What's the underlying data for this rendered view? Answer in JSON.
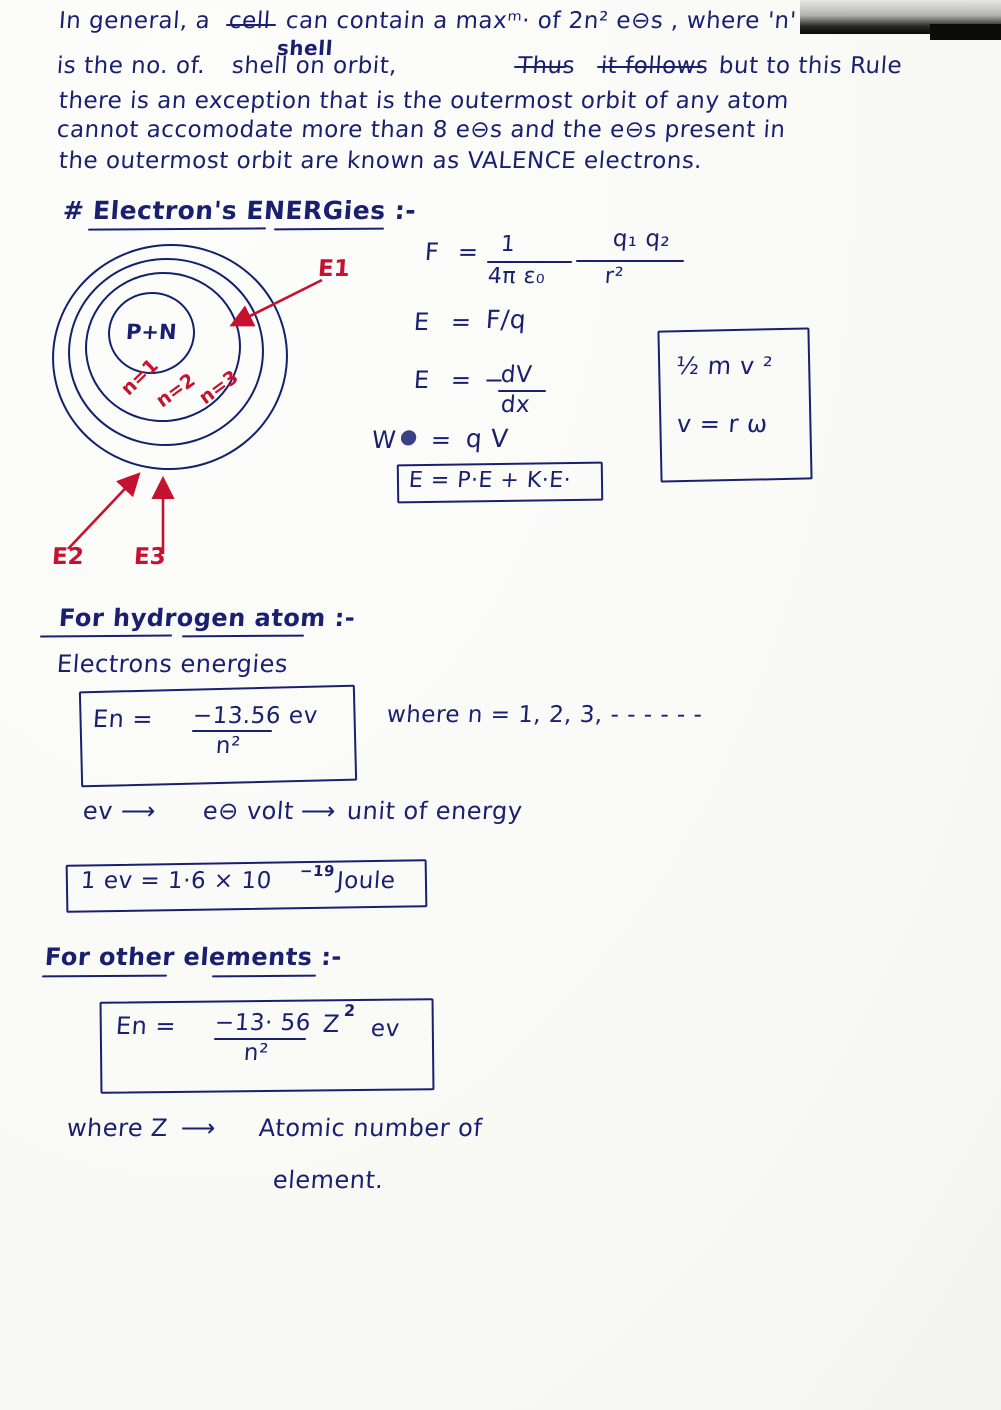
{
  "document": {
    "kind": "handwritten-physics-notes",
    "ink_color": "#1a2070",
    "annotation_color": "#c41230",
    "paper_color": "#fdfdfb"
  },
  "intro_paragraph": {
    "line1_a": "In general,  a",
    "line1_struck": "cell",
    "line1_b": "can  contain  a   maxᵐ· of   2n² e⊖s , where 'n'",
    "insert_above": "shell",
    "line2_a": "is the  no. of.",
    "line2_b": "shell   on   orbit,",
    "line2_struck1": "Thus",
    "line2_struck2": "it  follows",
    "line2_c": "but  to  this Rule",
    "line3": "there is   an   exception  that  is  the  outermost   orbit of   any atom",
    "line4": "cannot   accomodate   more   than    8 e⊖s   and  the   e⊖s present in",
    "line5": "the  outermost  orbit   are  known   as    VALENCE  electrons."
  },
  "section_energies": {
    "marker": "#",
    "title": "Electron's  ENERGies :-"
  },
  "atom_diagram": {
    "nucleus_label": "P+N",
    "orbit_tags": [
      "n=1",
      "n=2",
      "n=3"
    ],
    "energy_labels": [
      "E1",
      "E2",
      "E3"
    ]
  },
  "formulas_middle": {
    "coulomb": {
      "lhs": "F",
      "eq": "=",
      "frac1_num": "1",
      "frac1_den": "4π ε₀",
      "frac2_num": "q₁ q₂",
      "frac2_den": "r²"
    },
    "field": {
      "lhs": "E",
      "eq": "=",
      "rhs": "F/q"
    },
    "gradient": {
      "lhs": "E",
      "eq": "=",
      "minus": "−",
      "num": "dV",
      "den": "dx"
    },
    "work": {
      "lhs": "W",
      "eq": "=",
      "rhs": "q V"
    },
    "total_energy_box": "E = P·E + K·E·"
  },
  "kinetic_box": {
    "line1": "½ m v ²",
    "line2": "v = r ω"
  },
  "hydrogen_section": {
    "heading": "For hydrogen atom :-",
    "subheading": "Electrons  energies",
    "formula_box": {
      "lhs": "En  =",
      "num": "−13.56",
      "den": "n²",
      "unit": "ev"
    },
    "condition": "where n = 1, 2, 3, - - - - - -"
  },
  "ev_definition": {
    "term": "ev",
    "arrow1": "⟶",
    "mid": "e⊖ volt",
    "arrow2": "⟶",
    "tail": "unit of  energy"
  },
  "joule_box": {
    "text_a": "1 ev  =   1·6 × 10",
    "exponent": "−19",
    "text_b": " Joule"
  },
  "other_elements_section": {
    "heading": "For  other  elements :-",
    "formula_box": {
      "lhs": "En =",
      "num": "−13· 56",
      "den": "n²",
      "z": "Z",
      "z_exp": "2",
      "unit": "ev"
    },
    "note_line1_a": "where",
    "note_line1_z": "Z",
    "note_line1_arrow": "⟶",
    "note_line1_b": "Atomic  number  of",
    "note_line2": "element."
  }
}
